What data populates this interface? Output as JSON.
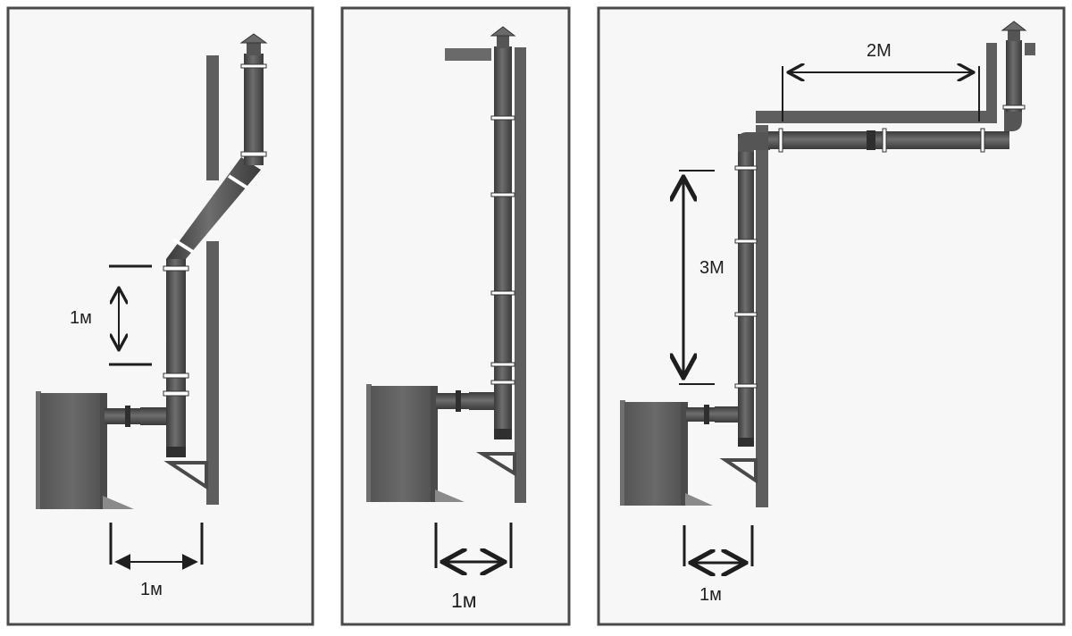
{
  "panels": [
    {
      "id": "panel-1",
      "vertical_dimension": "1м",
      "horizontal_dimension": "1м"
    },
    {
      "id": "panel-2",
      "horizontal_dimension": "1м"
    },
    {
      "id": "panel-3",
      "top_dimension": "2М",
      "vertical_dimension": "3М",
      "horizontal_dimension": "1м"
    }
  ],
  "colors": {
    "frame": "#4a4a4a",
    "panel_bg": "#f7f7f7",
    "pipe": "#5a5a5a",
    "pipe_dark": "#3e3e3e",
    "wall": "#5e5e5e",
    "stove": "#626262",
    "line": "#1e1e1e"
  }
}
